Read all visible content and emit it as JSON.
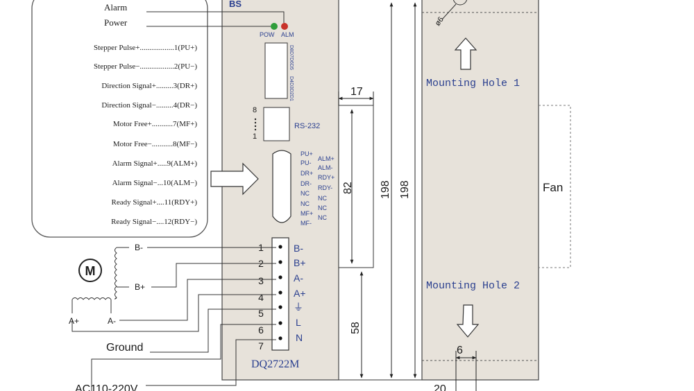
{
  "colors": {
    "panel": "#e7e2da",
    "outline": "#333333",
    "blue_text": "#2a3f8f",
    "pow_led": "#2f9d3a",
    "alm_led": "#c8322a"
  },
  "indicators": {
    "alarm": "Alarm",
    "power": "Power",
    "pow": "POW",
    "alm": "ALM"
  },
  "driver": {
    "brand": "BS",
    "model": "DQ2722M",
    "rs232": "RS-232",
    "rs232_pin_top": "8",
    "rs232_pin_bottom": "1",
    "dip_labels": [
      "D8",
      "D7",
      "D6",
      "D5",
      "D4",
      "D3",
      "D2",
      "D1"
    ]
  },
  "control_signals": [
    "Stepper Pulse+..................1(PU+)",
    "Stepper Pulse−..................2(PU−)",
    "Direction Signal+.........3(DR+)",
    "Direction Signal−.........4(DR−)",
    "Motor Free+...........7(MF+)",
    "Motor Free−...........8(MF−)",
    "Alarm Signal+.....9(ALM+)",
    "Alarm Signal−...10(ALM−)",
    "Ready Signal+....11(RDY+)",
    "Ready Signal−....12(RDY−)"
  ],
  "db_pins_left": [
    "PU+",
    "PU-",
    "DR+",
    "DR-",
    "NC",
    "NC",
    "MF+",
    "MF-"
  ],
  "db_pins_right": [
    "ALM+",
    "ALM-",
    "RDY+",
    "RDY-",
    "NC",
    "NC",
    "NC"
  ],
  "terminals": {
    "numbers": [
      "1",
      "2",
      "3",
      "4",
      "5",
      "6",
      "7"
    ],
    "labels": [
      "B-",
      "B+",
      "A-",
      "A+",
      "⏚",
      "L",
      "N"
    ]
  },
  "motor": {
    "symbol": "M",
    "coil_b_top": "B-",
    "coil_b_bottom": "B+",
    "coil_a_left": "A+",
    "coil_a_right": "A-"
  },
  "power_input": {
    "ground": "Ground",
    "ac": "AC110-220V"
  },
  "dimensions": {
    "width_17": "17",
    "height_82": "82",
    "height_58": "58",
    "height_198_a": "198",
    "height_198_b": "198",
    "dim_6": "6",
    "dim_20": "20",
    "hole_dia": "ø6"
  },
  "side_view": {
    "mounting_hole_1": "Mounting Hole 1",
    "mounting_hole_2": "Mounting Hole 2",
    "fan": "Fan"
  }
}
